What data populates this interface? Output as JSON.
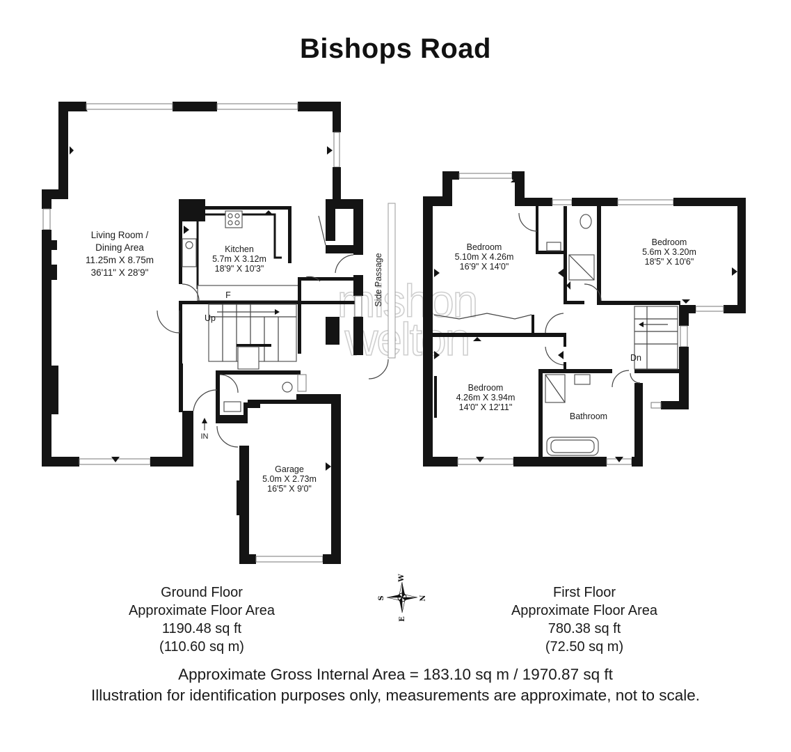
{
  "title": "Bishops Road",
  "watermark": {
    "line1": "mishon",
    "line2": "welton"
  },
  "ground_floor": {
    "rooms": {
      "living": {
        "line1": "Living Room /",
        "line2": "Dining Area",
        "metric": "11.25m X 8.75m",
        "imperial": "36'11\" X 28'9\""
      },
      "kitchen": {
        "name": "Kitchen",
        "metric": "5.7m X 3.12m",
        "imperial": "18'9\" X 10'3\""
      },
      "garage": {
        "name": "Garage",
        "metric": "5.0m X 2.73m",
        "imperial": "16'5\" X 9'0\""
      }
    },
    "labels": {
      "side_passage": "Side Passage",
      "fridge": "F",
      "up": "Up",
      "entrance": "IN"
    },
    "area": {
      "name": "Ground Floor",
      "caption": "Approximate Floor Area",
      "sqft": "1190.48 sq ft",
      "sqm": "(110.60 sq m)"
    }
  },
  "first_floor": {
    "rooms": {
      "bedroom1": {
        "name": "Bedroom",
        "metric": "5.10m X 4.26m",
        "imperial": "16'9\" X 14'0\""
      },
      "bedroom2": {
        "name": "Bedroom",
        "metric": "5.6m X 3.20m",
        "imperial": "18'5\" X 10'6\""
      },
      "bedroom3": {
        "name": "Bedroom",
        "metric": "4.26m X 3.94m",
        "imperial": "14'0\" X 12'11\""
      },
      "bathroom": {
        "name": "Bathroom"
      }
    },
    "labels": {
      "down": "Dn"
    },
    "area": {
      "name": "First Floor",
      "caption": "Approximate Floor Area",
      "sqft": "780.38 sq ft",
      "sqm": "(72.50 sq m)"
    }
  },
  "compass": {
    "w": "W",
    "n": "N",
    "e": "E",
    "s": "S"
  },
  "footer": {
    "gross": "Approximate Gross Internal Area = 183.10 sq m / 1970.87 sq ft",
    "disclaimer": "Illustration for identification purposes only, measurements are approximate, not to scale."
  }
}
